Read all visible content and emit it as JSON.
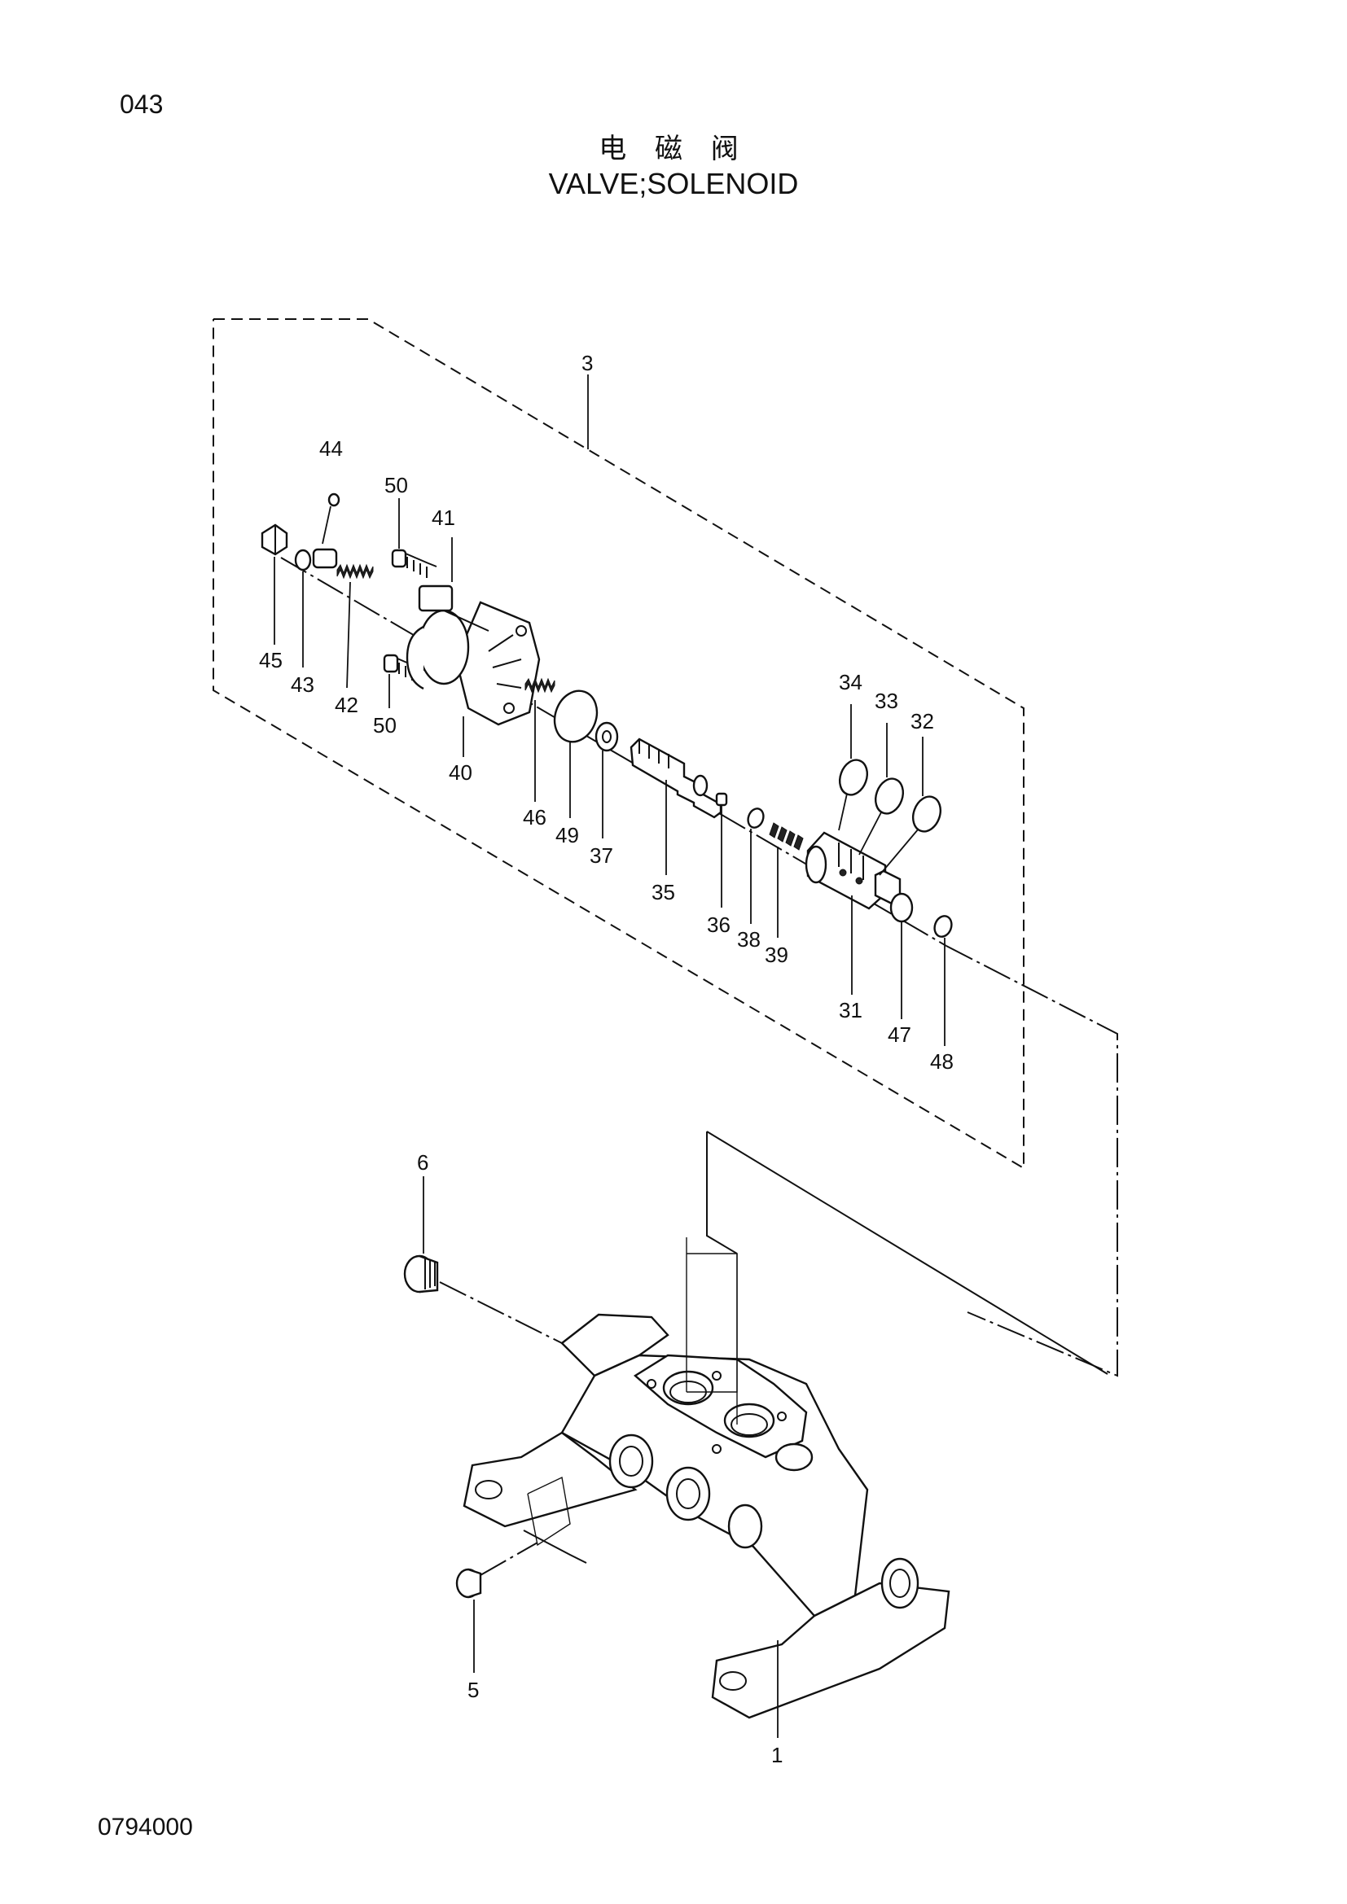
{
  "page": {
    "page_number": "043",
    "title_cn": "电 磁 阀",
    "title_en": "VALVE;SOLENOID",
    "diagram_number": "0794000"
  },
  "callouts": {
    "c1": "1",
    "c3": "3",
    "c5": "5",
    "c6": "6",
    "c31": "31",
    "c32": "32",
    "c33": "33",
    "c34": "34",
    "c35": "35",
    "c36": "36",
    "c37": "37",
    "c38": "38",
    "c39": "39",
    "c40": "40",
    "c41": "41",
    "c42": "42",
    "c43": "43",
    "c44": "44",
    "c45": "45",
    "c46": "46",
    "c47": "47",
    "c48": "48",
    "c49": "49",
    "c50a": "50",
    "c50b": "50"
  }
}
